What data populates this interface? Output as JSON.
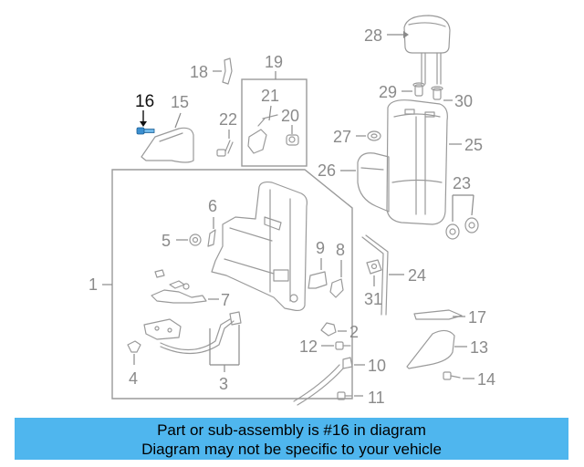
{
  "highlight": {
    "part_number": "16",
    "color": "#3a8fd0"
  },
  "callouts": {
    "c1": "1",
    "c2": "2",
    "c3": "3",
    "c4": "4",
    "c5": "5",
    "c6": "6",
    "c7": "7",
    "c8": "8",
    "c9": "9",
    "c10": "10",
    "c11": "11",
    "c12": "12",
    "c13": "13",
    "c14": "14",
    "c15": "15",
    "c16": "16",
    "c17": "17",
    "c18": "18",
    "c19": "19",
    "c20": "20",
    "c21": "21",
    "c22": "22",
    "c23": "23",
    "c24": "24",
    "c25": "25",
    "c26": "26",
    "c27": "27",
    "c28": "28",
    "c29": "29",
    "c30": "30",
    "c31": "31"
  },
  "banner": {
    "line1": "Part or sub-assembly is #16 in diagram",
    "line2": "Diagram may not be specific to your vehicle",
    "color": "#4fb6ee"
  }
}
